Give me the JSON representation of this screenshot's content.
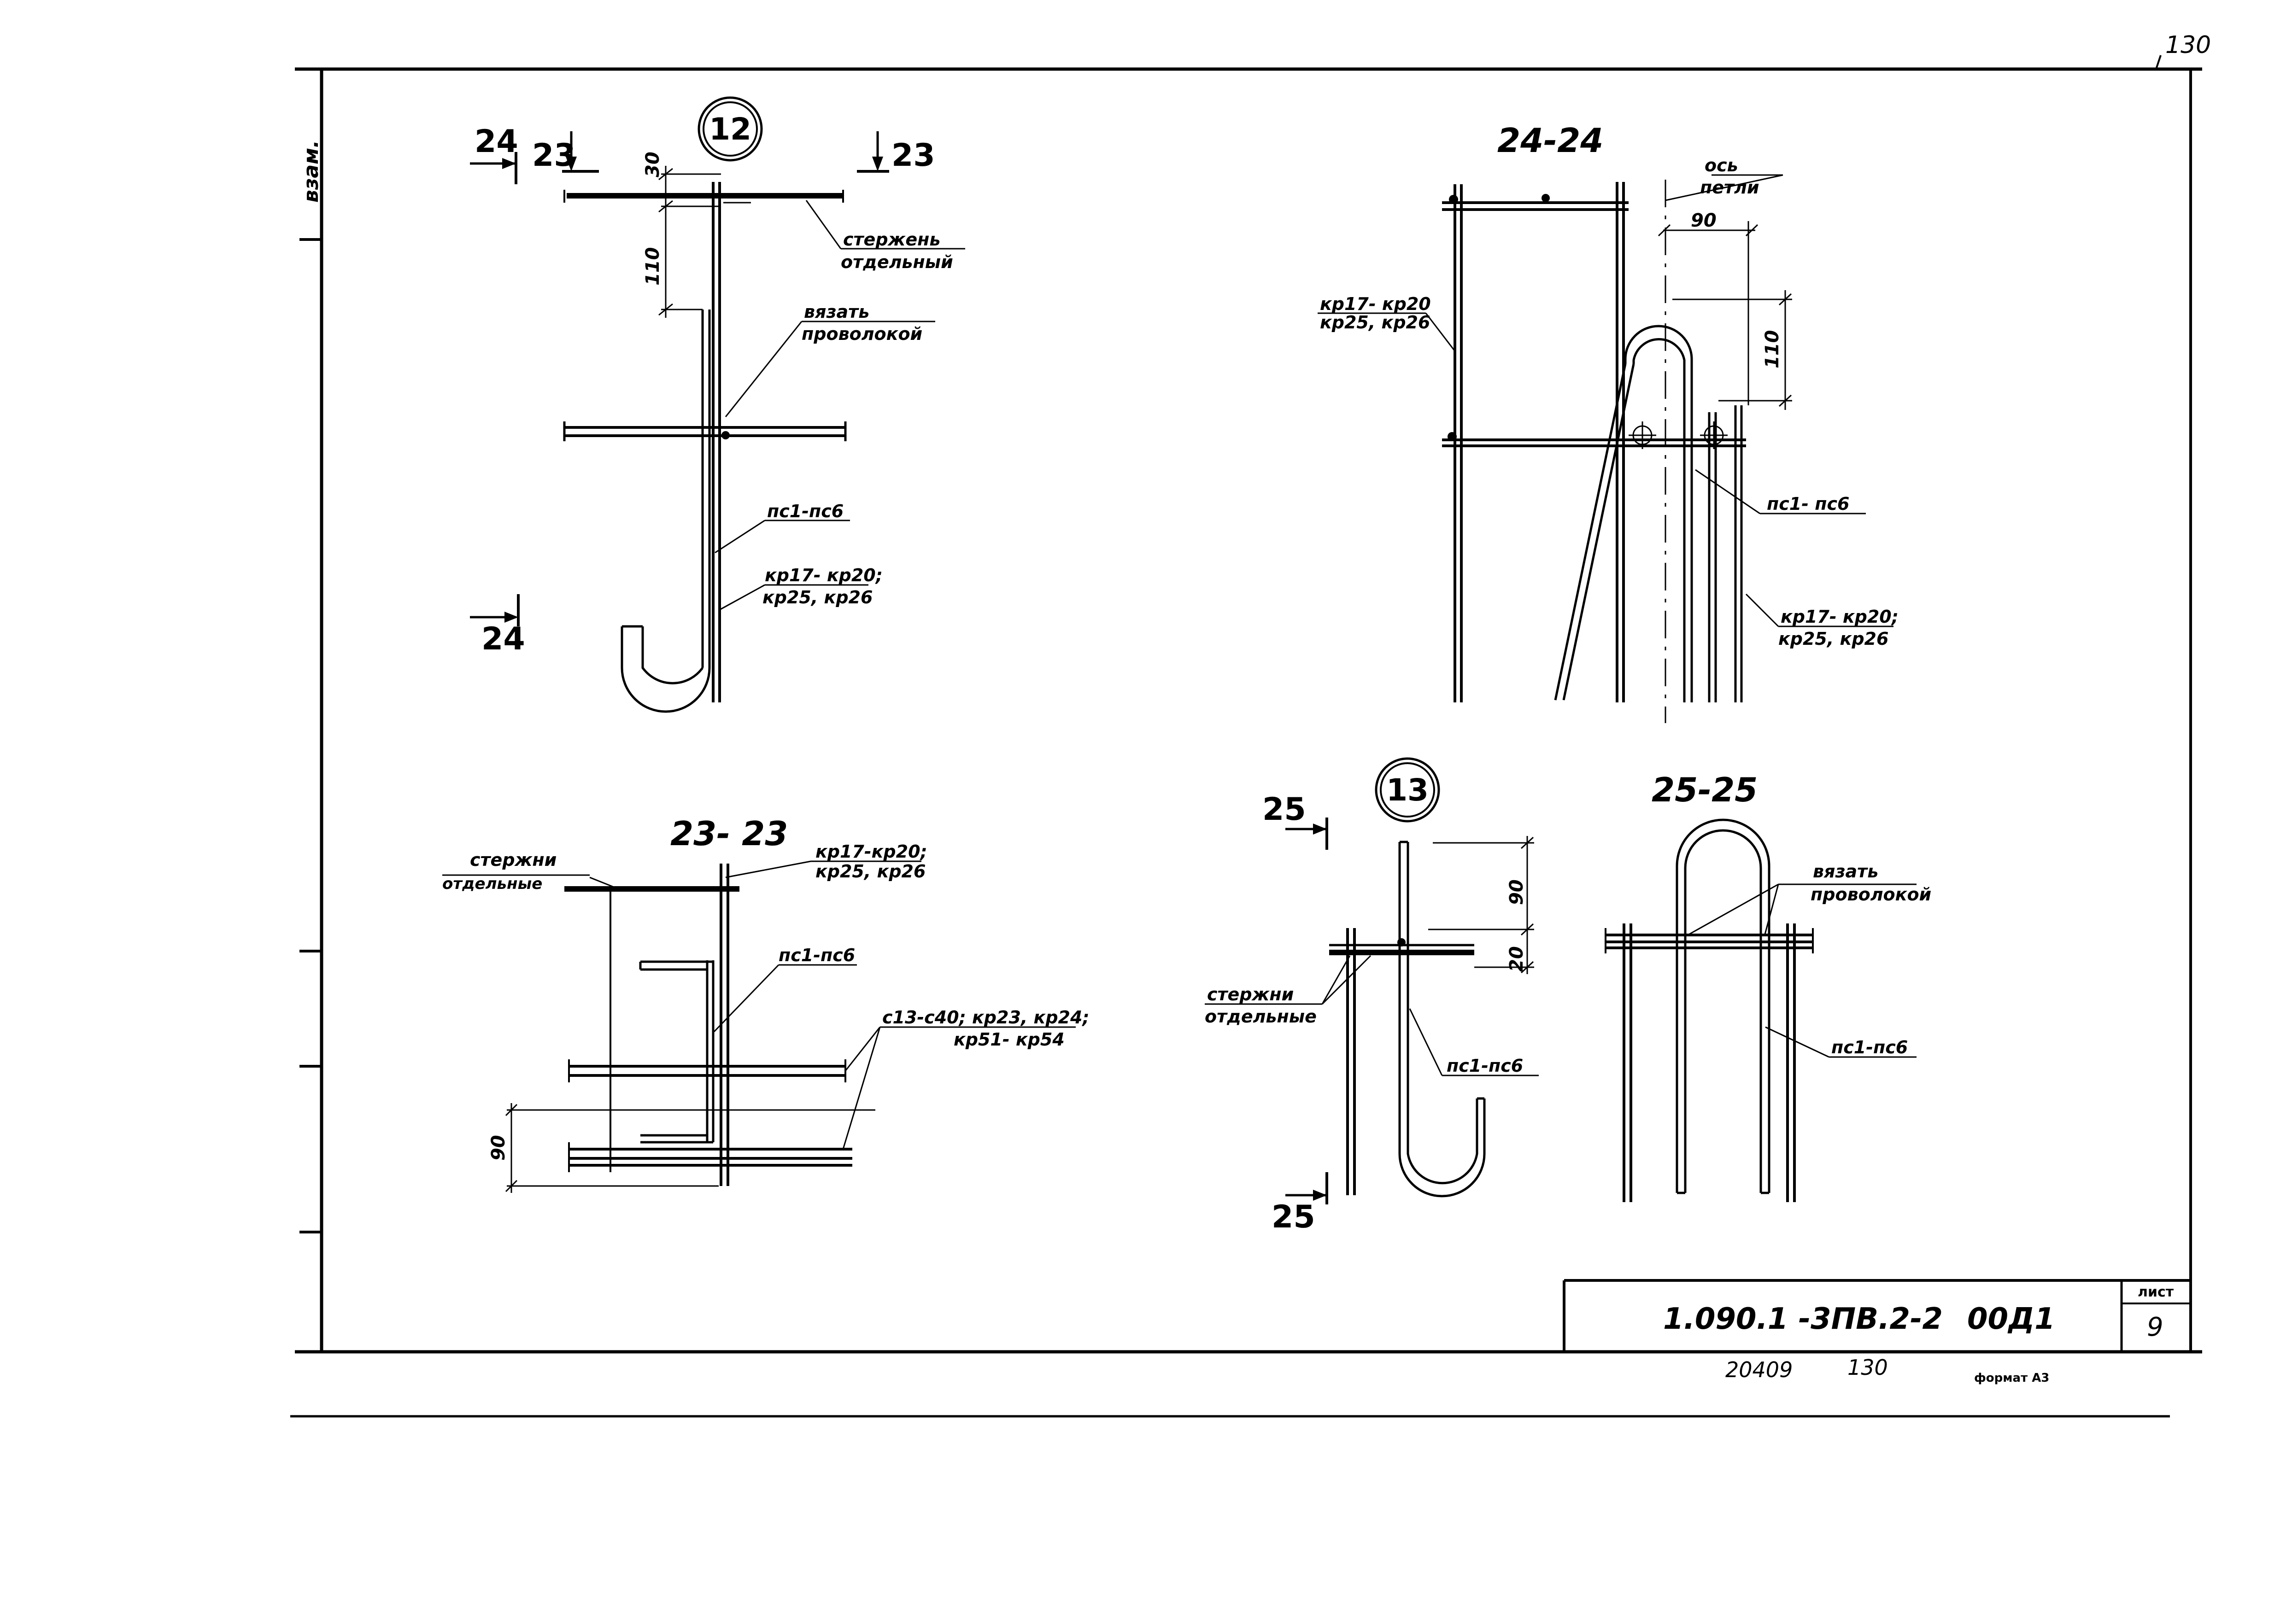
{
  "sheet": {
    "page_corner_number": "130",
    "left_margin_mark": "взам."
  },
  "detail12": {
    "marker": "12",
    "section_24_top": "24",
    "section_24_bottom": "24",
    "section_23_left": "23",
    "section_23_right": "23",
    "dim_30": "30",
    "dim_110": "110",
    "label_rod_1": "стержень",
    "label_rod_2": "отдельный",
    "label_tie_1": "вязать",
    "label_tie_2": "проволокой",
    "label_ps": "пс1-пс6",
    "label_kr_1": "кр17- кр20;",
    "label_kr_2": "кр25, кр26"
  },
  "section2424": {
    "title": "24-24",
    "label_axis_1": "ось",
    "label_axis_2": "петли",
    "dim_90": "90",
    "dim_110": "110",
    "label_kr_left_1": "кр17- кр20",
    "label_kr_left_2": "кр25, кр26",
    "label_ps": "пс1- пс6",
    "label_kr_right_1": "кр17- кр20;",
    "label_kr_right_2": "кр25, кр26"
  },
  "section2323": {
    "title": "23- 23",
    "label_rods_1": "стержни",
    "label_rods_2": "отдельные",
    "label_kr_1": "кр17-кр20;",
    "label_kr_2": "кр25, кр26",
    "label_ps": "пс1-пс6",
    "label_c_1": "с13-с40; кр23, кр24;",
    "label_c_2": "кр51- кр54",
    "dim_90": "90"
  },
  "detail13": {
    "marker": "13",
    "section_25_top": "25",
    "section_25_bottom": "25",
    "dim_90": "90",
    "dim_20": "20",
    "label_rods_1": "стержни",
    "label_rods_2": "отдельные",
    "label_ps": "пс1-пс6"
  },
  "section2525": {
    "title": "25-25",
    "label_tie_1": "вязать",
    "label_tie_2": "проволокой",
    "label_ps": "пс1-пс6"
  },
  "title_block": {
    "code": "1.090.1 -3ПВ.2-2",
    "suffix": "00Д1",
    "sheet_label": "лист",
    "sheet_number": "9"
  },
  "footer": {
    "inv_number": "20409",
    "page_number": "130",
    "format": "формат А3"
  }
}
